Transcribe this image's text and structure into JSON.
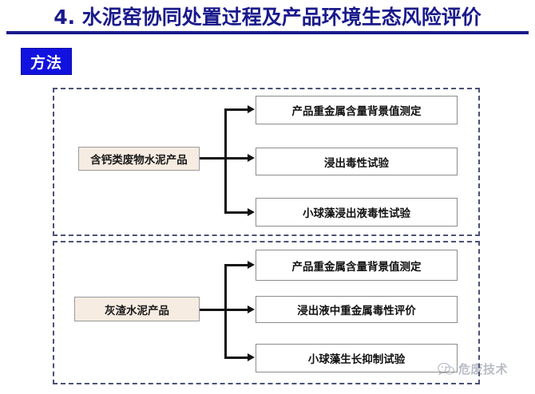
{
  "slide": {
    "title": "4. 水泥窑协同处置过程及产品环境生态风险评价",
    "section_tag": "方法"
  },
  "colors": {
    "title_navy": "#1a1a8c",
    "tag_blue": "#1212e0",
    "dashed_frame": "#4a5275",
    "source_fill": "#f6ece1",
    "source_border": "#9a9a9a",
    "target_border": "#8c8c8c",
    "connector": "#121212",
    "watermark": "#6e7488"
  },
  "diagram": {
    "groups": [
      {
        "id": "group-1",
        "source": "含钙类废物水泥产品",
        "targets": [
          "产品重金属含量背景值测定",
          "浸出毒性试验",
          "小球藻浸出液毒性试验"
        ]
      },
      {
        "id": "group-2",
        "source": "灰渣水泥产品",
        "targets": [
          "产品重金属含量背景值测定",
          "浸出液中重金属毒性评价",
          "小球藻生长抑制试验"
        ]
      }
    ]
  },
  "watermark": {
    "text": "危废技术",
    "icon": "wechat-icon"
  }
}
